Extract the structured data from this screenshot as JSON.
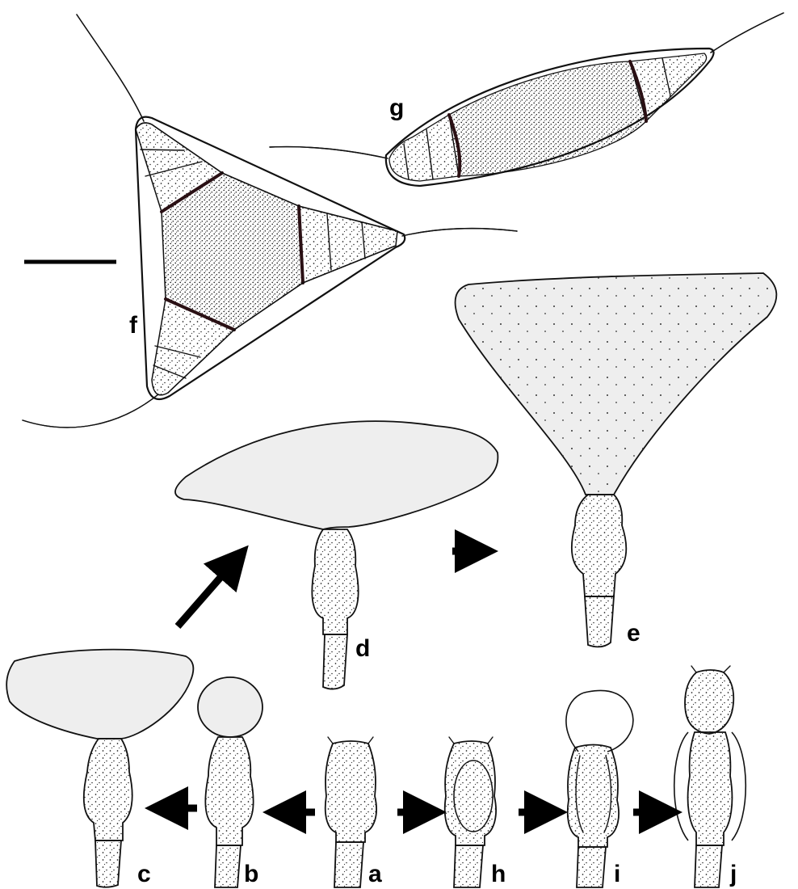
{
  "figure": {
    "labels": {
      "a": "a",
      "b": "b",
      "c": "c",
      "d": "d",
      "e": "e",
      "f": "f",
      "g": "g",
      "h": "h",
      "i": "i",
      "j": "j"
    }
  }
}
